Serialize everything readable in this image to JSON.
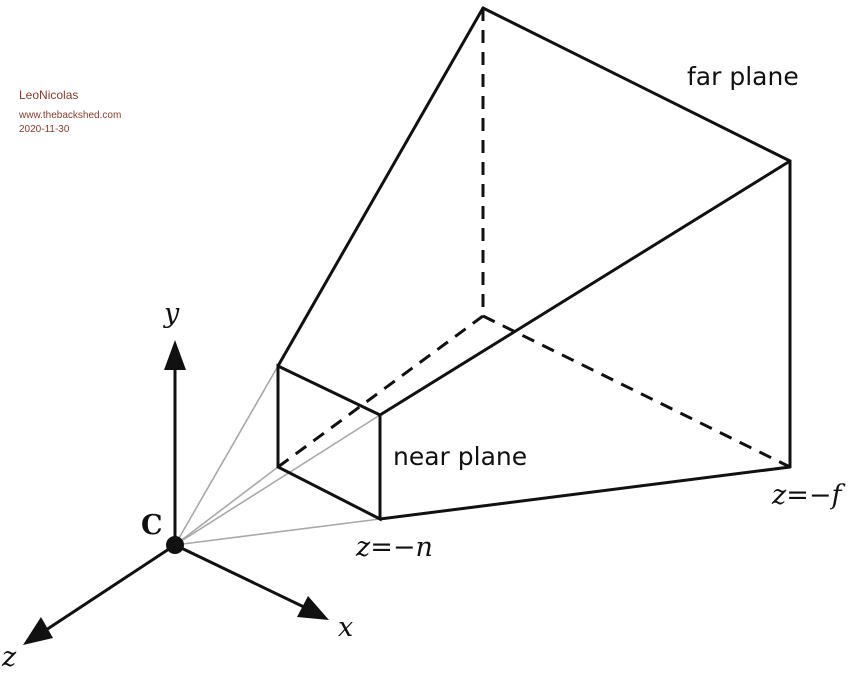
{
  "watermark": {
    "author": "LeoNicolas",
    "site": "www.thebackshed.com",
    "date": "2020-11-30"
  },
  "labels": {
    "far_plane": "far plane",
    "near_plane": "near plane",
    "camera": "C",
    "axis_y": "y",
    "axis_x": "x",
    "axis_z": "z",
    "near_eq": {
      "var": "z",
      "op": "=−",
      "value": "n"
    },
    "far_eq": {
      "var": "z",
      "op": "=−",
      "value": "f"
    }
  },
  "colors": {
    "lines": "#111111",
    "rays": "#a8a8a8",
    "watermark": "#8a3a2a"
  }
}
